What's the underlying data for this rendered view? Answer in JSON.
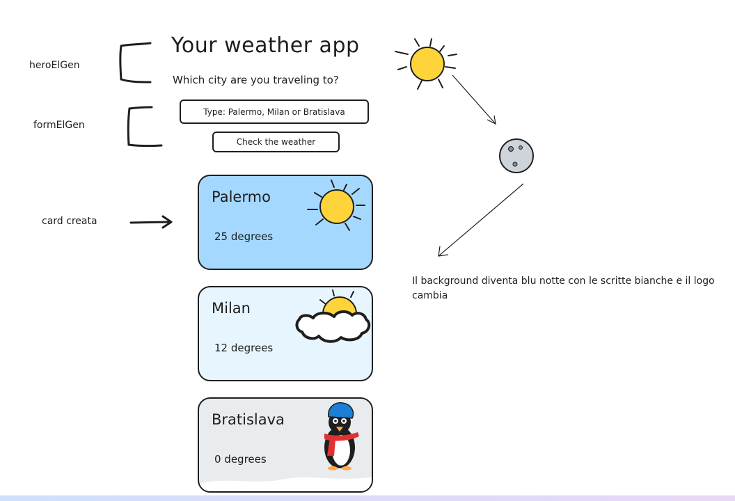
{
  "annotations": {
    "hero_label": "heroElGen",
    "form_label": "formElGen",
    "card_label": "card creata",
    "night_note": "Il background diventa blu notte con le scritte bianche e il logo cambia"
  },
  "hero": {
    "title": "Your weather app",
    "subtitle": "Which city are you traveling to?"
  },
  "form": {
    "input_value": "Type: Palermo, Milan or Bratislava",
    "button_label": "Check the weather"
  },
  "cards": [
    {
      "city": "Palermo",
      "degrees": "25 degrees",
      "icon": "sun-icon",
      "background": "#a5d8ff"
    },
    {
      "city": "Milan",
      "degrees": "12 degrees",
      "icon": "sun-behind-cloud-icon",
      "background": "#e7f5ff"
    },
    {
      "city": "Bratislava",
      "degrees": "0 degrees",
      "icon": "penguin-icon",
      "background": "#e9ecef"
    }
  ],
  "colors": {
    "sun": "#ffd43b",
    "moon": "#ced4da",
    "stroke": "#1e1e1e",
    "scarf": "#e03131",
    "hat": "#1c7ed6"
  }
}
